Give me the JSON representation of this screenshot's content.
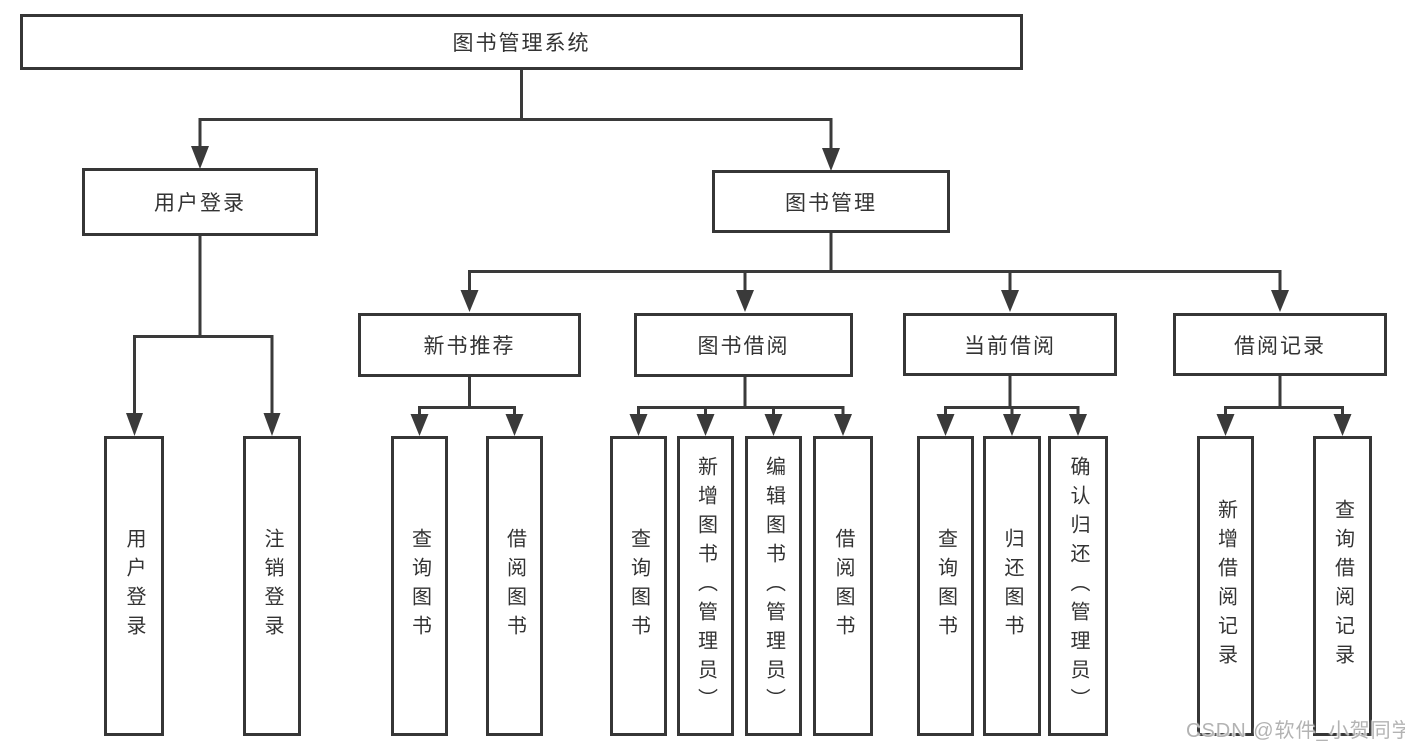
{
  "root": {
    "label": "图书管理系统"
  },
  "branches": [
    {
      "label": "用户登录",
      "leaves": [
        "用户登录",
        "注销登录"
      ]
    },
    {
      "label": "图书管理",
      "groups": [
        {
          "label": "新书推荐",
          "leaves": [
            "查询图书",
            "借阅图书"
          ]
        },
        {
          "label": "图书借阅",
          "leaves": [
            "查询图书",
            "新增图书（管理员）",
            "编辑图书（管理员）",
            "借阅图书"
          ]
        },
        {
          "label": "当前借阅",
          "leaves": [
            "查询图书",
            "归还图书",
            "确认归还（管理员）"
          ]
        },
        {
          "label": "借阅记录",
          "leaves": [
            "新增借阅记录",
            "查询借阅记录"
          ]
        }
      ]
    }
  ],
  "watermark": "CSDN @软件_小贺同学",
  "colors": {
    "line": "#3a3a3a",
    "text": "#333333",
    "background": "#ffffff",
    "watermark": "#b3b3b3"
  }
}
